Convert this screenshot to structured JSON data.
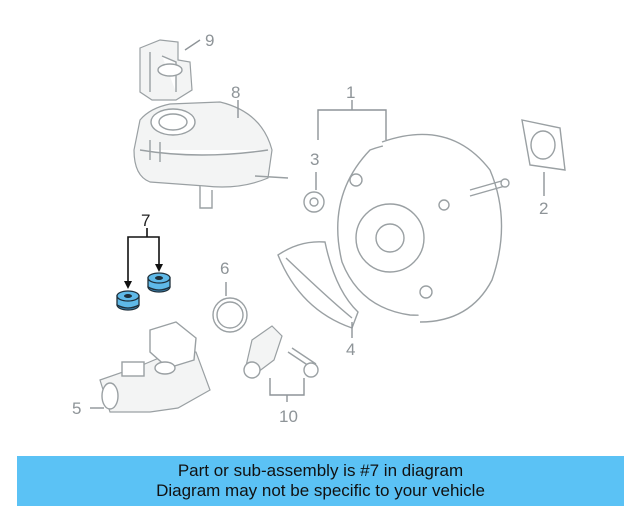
{
  "diagram": {
    "labels": {
      "p1": "1",
      "p2": "2",
      "p3": "3",
      "p4": "4",
      "p5": "5",
      "p6": "6",
      "p7": "7",
      "p8": "8",
      "p9": "9",
      "p10": "10"
    },
    "highlighted_part": "7",
    "colors": {
      "highlight": "#5fb9e8",
      "faded_line": "#9aa0a3",
      "banner": "#5bc2f5"
    }
  },
  "banner": {
    "line1": "Part or sub-assembly is #7 in diagram",
    "line2": "Diagram may not be specific to your vehicle"
  }
}
